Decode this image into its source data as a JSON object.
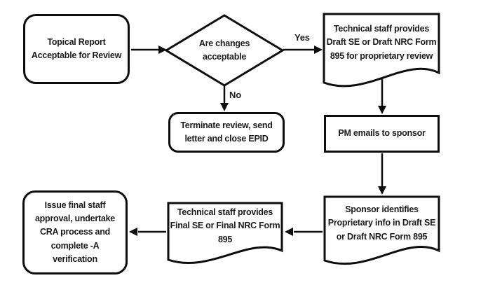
{
  "diagram": {
    "type": "flowchart",
    "colors": {
      "stroke": "#0d0d0d",
      "background": "#ffffff",
      "text": "#1b1b1b"
    },
    "nodes": {
      "topical_report": [
        "Topical Report",
        "Acceptable for Review"
      ],
      "decision": [
        "Are changes",
        "acceptable"
      ],
      "draft_se": [
        "Technical staff provides",
        "Draft SE or Draft NRC Form",
        "895 for proprietary review"
      ],
      "terminate": [
        "Terminate review, send",
        "letter and close EPID"
      ],
      "pm_emails": [
        "PM emails to sponsor"
      ],
      "sponsor_identifies": [
        "Sponsor identifies",
        "Proprietary info in Draft SE",
        "or Draft NRC Form 895"
      ],
      "final_se": [
        "Technical staff provides",
        "Final SE or Final NRC Form",
        "895"
      ],
      "issue_final": [
        "Issue final staff",
        "approval, undertake",
        "CRA process and",
        "complete -A",
        "verification"
      ]
    },
    "edge_labels": {
      "yes": "Yes",
      "no": "No"
    }
  }
}
